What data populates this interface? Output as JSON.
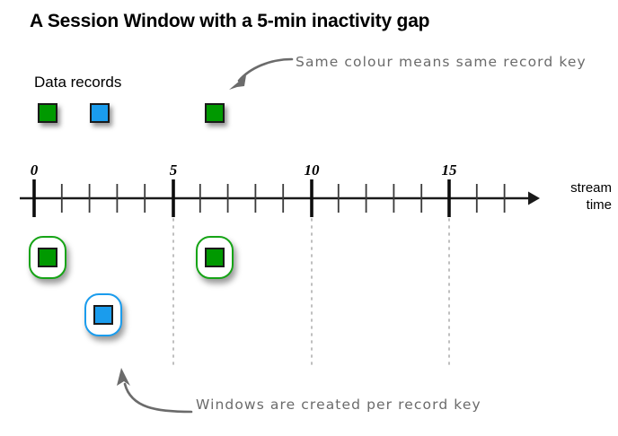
{
  "title": "A Session Window with a 5-min inactivity gap",
  "labels": {
    "data_records": "Data records",
    "stream_time": "stream time"
  },
  "annotations": {
    "top": "Same colour means same record key",
    "bottom": "Windows are created per record key"
  },
  "axis": {
    "name": "stream time",
    "tick_labels": [
      "0",
      "5",
      "10",
      "15"
    ],
    "major_tick_values": [
      0,
      5,
      10,
      15
    ],
    "minor_tick_count": 20,
    "unit": "min",
    "gap_minutes": 5
  },
  "colors": {
    "green": "#009900",
    "blue": "#1a9ced",
    "window_green_border": "#16a416",
    "window_blue_border": "#1a9ced",
    "square_border": "#1a1a1a",
    "annotation_gray": "#6b6b6b",
    "axis_black": "#1a1a1a",
    "dotted_gray": "#b8b8b8",
    "background": "#ffffff"
  },
  "data_records": [
    {
      "key": "green",
      "label": "record-green-1",
      "time": 0
    },
    {
      "key": "blue",
      "label": "record-blue-1",
      "time": 2
    },
    {
      "key": "green",
      "label": "record-green-2",
      "time": 6
    }
  ],
  "windows": [
    {
      "key": "green",
      "label": "window-green-1",
      "time": 0
    },
    {
      "key": "green",
      "label": "window-green-2",
      "time": 6
    },
    {
      "key": "blue",
      "label": "window-blue-1",
      "time": 2
    }
  ],
  "guides": [
    {
      "at": 5
    },
    {
      "at": 10
    },
    {
      "at": 15
    }
  ]
}
